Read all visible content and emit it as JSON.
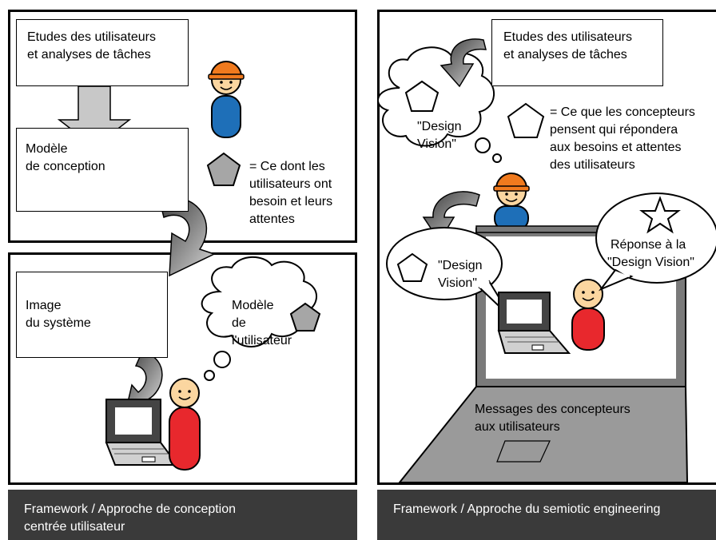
{
  "left": {
    "user_studies": [
      "Etudes des utilisateurs",
      "et analyses de tâches"
    ],
    "design_model": [
      "Modèle",
      "de conception"
    ],
    "legend": [
      "= Ce dont les",
      "utilisateurs ont",
      "besoin et leurs",
      "attentes"
    ],
    "system_image": [
      "Image",
      "du système"
    ],
    "user_model": [
      "Modèle",
      "de",
      "l'utilisateur"
    ],
    "caption": [
      "Framework / Approche de conception",
      "centrée utilisateur"
    ]
  },
  "right": {
    "user_studies": [
      "Etudes des utilisateurs",
      "et analyses de tâches"
    ],
    "design_vision_top": [
      "\"Design",
      "Vision\""
    ],
    "legend": [
      "= Ce que les concepteurs",
      "pensent qui répondera",
      "aux besoins et attentes",
      "des utilisateurs"
    ],
    "design_vision_bottom": [
      "\"Design",
      "Vision\""
    ],
    "response": [
      "Réponse à la",
      "\"Design Vision\""
    ],
    "messages": [
      "Messages des concepteurs",
      "aux utilisateurs"
    ],
    "caption": [
      "Framework / Approche du semiotic engineering"
    ]
  },
  "colors": {
    "helmet": "#f07a1e",
    "designer_body": "#1e6fb8",
    "user_body": "#e8282d",
    "face": "#fbd6a0",
    "gray_shape": "#a6a6a6",
    "caption_bg": "#3a3a3a"
  },
  "icons": [
    "pentagon-icon",
    "star-icon",
    "arrow-icon",
    "laptop-icon",
    "designer-icon",
    "user-icon",
    "thought-bubble",
    "speech-bubble"
  ]
}
